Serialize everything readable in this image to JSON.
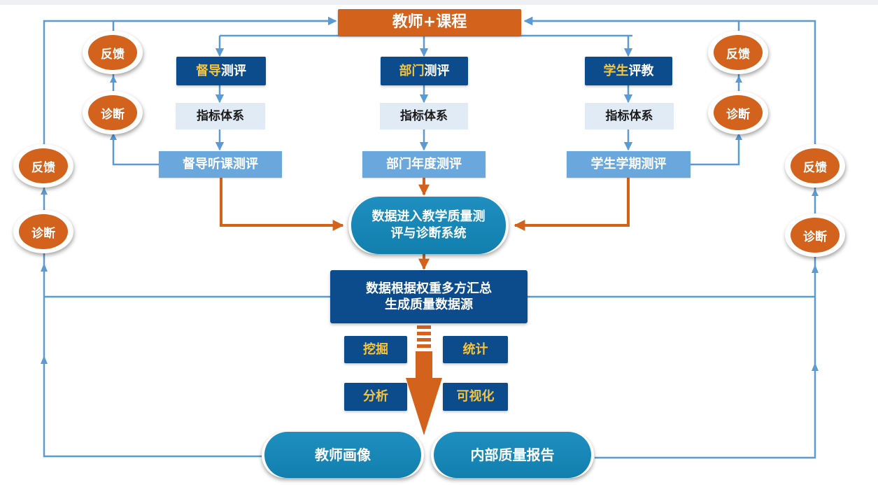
{
  "top": {
    "title": "教师+课程"
  },
  "columns": [
    {
      "eval_hl": "督导",
      "eval_rest": "测评",
      "index": "指标体系",
      "result": "督导听课测评"
    },
    {
      "eval_hl": "部门",
      "eval_rest": "测评",
      "index": "指标体系",
      "result": "部门年度测评"
    },
    {
      "eval_hl": "学生",
      "eval_rest": "评教",
      "index": "指标体系",
      "result": "学生学期测评"
    }
  ],
  "system": {
    "line1": "数据进入教学质量测",
    "line2": "评与诊断系统"
  },
  "summary": {
    "line1": "数据根据权重多方汇总",
    "line2": "生成质量数据源"
  },
  "ops": [
    "挖掘",
    "统计",
    "分析",
    "可视化"
  ],
  "outputs": {
    "left": "教师画像",
    "right": "内部质量报告"
  },
  "loops": {
    "feedback": "反馈",
    "diagnosis": "诊断"
  },
  "colors": {
    "orange": "#d2621c",
    "navy": "#0c4b8c",
    "blue_mid": "#6aa7dc",
    "blue_light": "#e1ebf6",
    "teal": "#1e8fbf",
    "gold": "#f6c53b",
    "line": "#5b9bd5"
  }
}
